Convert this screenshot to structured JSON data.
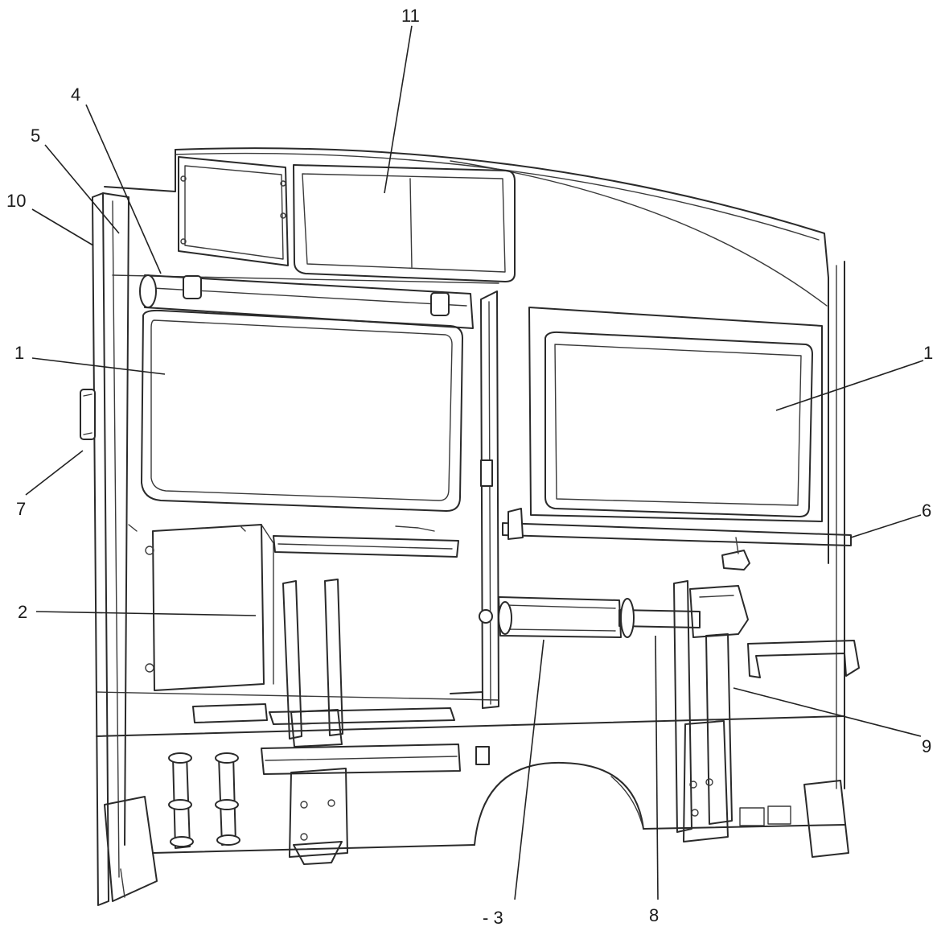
{
  "callouts": {
    "c11": "11",
    "c4": "4",
    "c5": "5",
    "c10": "10",
    "c1_left": "1",
    "c7": "7",
    "c2": "2",
    "c1_right": "1",
    "c6": "6",
    "c9": "9",
    "c3": "- 3",
    "c8": "8"
  }
}
